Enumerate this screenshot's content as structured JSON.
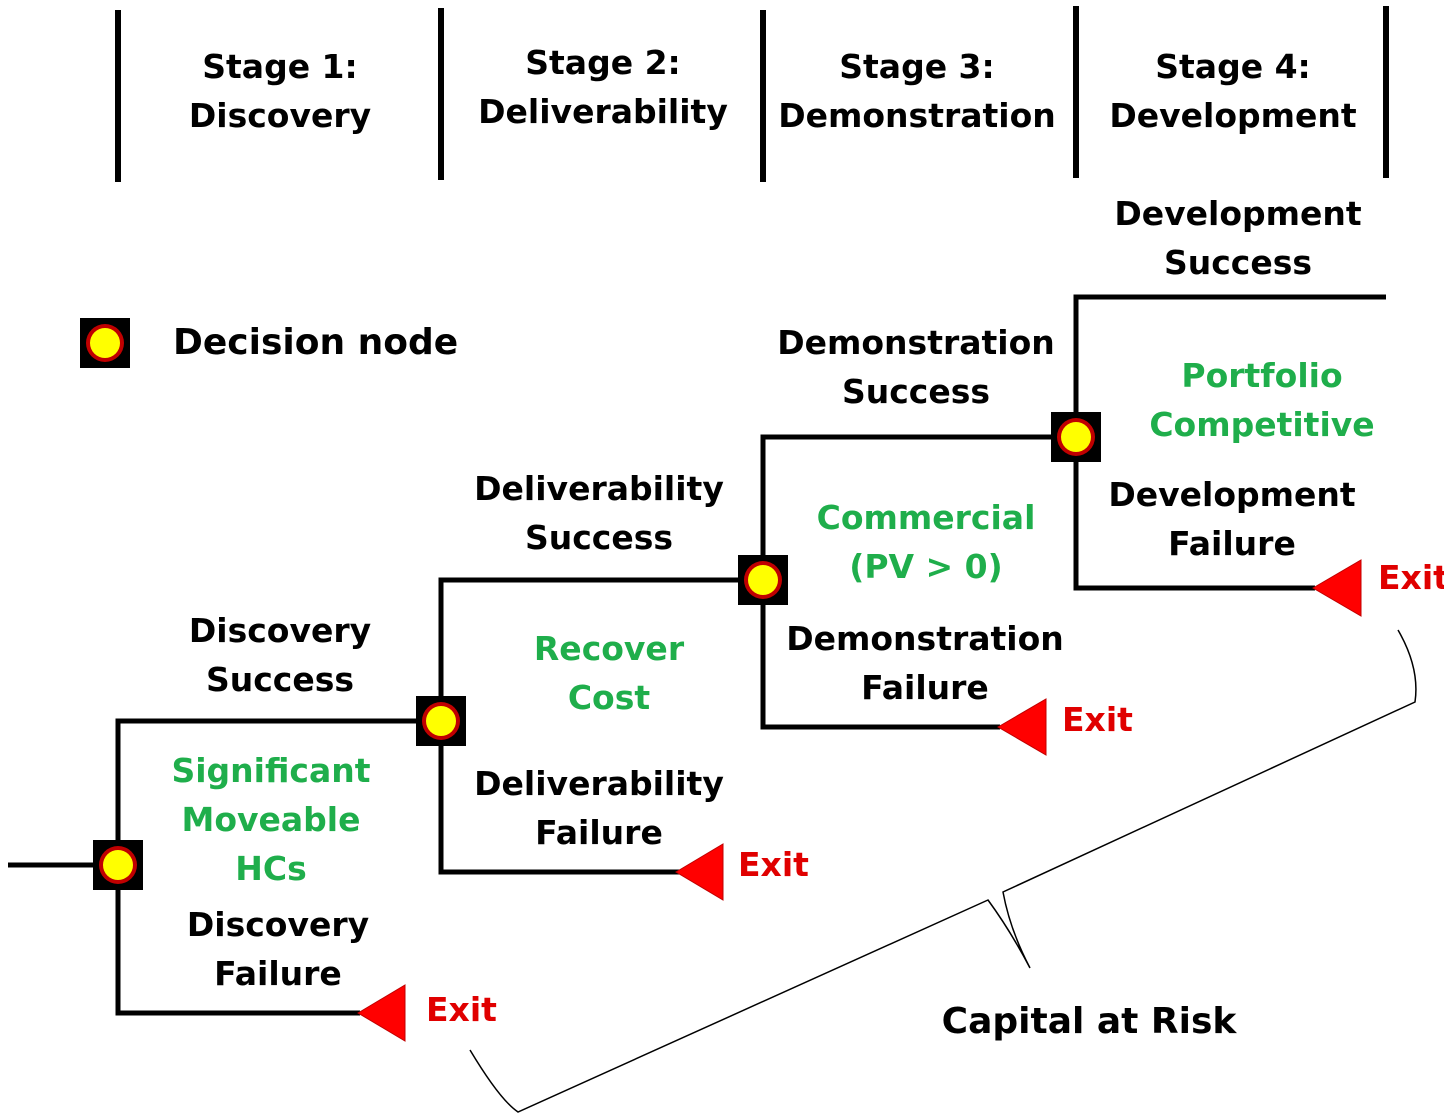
{
  "stages": [
    {
      "line1": "Stage 1:",
      "line2": "Discovery"
    },
    {
      "line1": "Stage 2:",
      "line2": "Deliverability"
    },
    {
      "line1": "Stage 3:",
      "line2": "Demonstration"
    },
    {
      "line1": "Stage 4:",
      "line2": "Development"
    }
  ],
  "legend": {
    "label": "Decision node"
  },
  "branches": {
    "discovery_success": {
      "line1": "Discovery",
      "line2": "Success"
    },
    "discovery_failure": {
      "line1": "Discovery",
      "line2": "Failure"
    },
    "deliverability_success": {
      "line1": "Deliverability",
      "line2": "Success"
    },
    "deliverability_failure": {
      "line1": "Deliverability",
      "line2": "Failure"
    },
    "demonstration_success": {
      "line1": "Demonstration",
      "line2": "Success"
    },
    "demonstration_failure": {
      "line1": "Demonstration",
      "line2": "Failure"
    },
    "development_success": {
      "line1": "Development",
      "line2": "Success"
    },
    "development_failure": {
      "line1": "Development",
      "line2": "Failure"
    }
  },
  "criteria": {
    "stage1": {
      "line1": "Significant",
      "line2": "Moveable",
      "line3": "HCs"
    },
    "stage2": {
      "line1": "Recover",
      "line2": "Cost"
    },
    "stage3": {
      "line1": "Commercial",
      "line2": "(PV > 0)"
    },
    "stage4": {
      "line1": "Portfolio",
      "line2": "Competitive"
    }
  },
  "exits": [
    "Exit",
    "Exit",
    "Exit",
    "Exit"
  ],
  "brace_label": "Capital at Risk",
  "colors": {
    "line": "#000000",
    "criteria_text": "#1fae4b",
    "exit_text": "#e00000",
    "exit_triangle": "#ff0000",
    "node_fill_outer": "#000000",
    "node_ring": "#c00000",
    "node_center": "#ffff00"
  }
}
